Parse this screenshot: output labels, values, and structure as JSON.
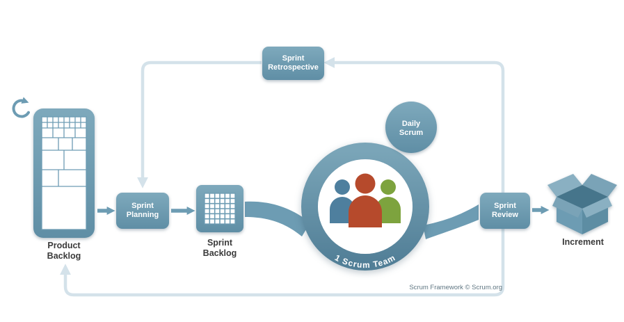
{
  "diagram": {
    "credit": "Scrum Framework © Scrum.org",
    "product_backlog": {
      "label_line1": "Product",
      "label_line2": "Backlog"
    },
    "sprint_planning": {
      "line1": "Sprint",
      "line2": "Planning"
    },
    "sprint_backlog": {
      "label_line1": "Sprint",
      "label_line2": "Backlog"
    },
    "scrum_team": {
      "label": "1 Scrum Team"
    },
    "daily_scrum": {
      "line1": "Daily",
      "line2": "Scrum"
    },
    "sprint_review": {
      "line1": "Sprint",
      "line2": "Review"
    },
    "sprint_retrospective": {
      "line1": "Sprint",
      "line2": "Retrospective"
    },
    "increment": {
      "label": "Increment"
    },
    "icons": {
      "product_backlog_refresh": "refresh-cycle-arrow",
      "product_backlog_items": "treemap-grid",
      "sprint_backlog_items": "task-grid",
      "scrum_team_members": "three-people",
      "increment_box": "open-box"
    },
    "colors": {
      "teal": "#6d9cb3",
      "teal_dark": "#46758b",
      "teal_mid": "#5d8da3",
      "teal_light": "#8ab0c2",
      "loop_light": "#d4e2ea",
      "person_blue": "#4e7f9e",
      "person_red": "#b64a2c",
      "person_green": "#7da33e",
      "label_text": "#3a3a3a",
      "credit_text": "#5f7682"
    }
  }
}
